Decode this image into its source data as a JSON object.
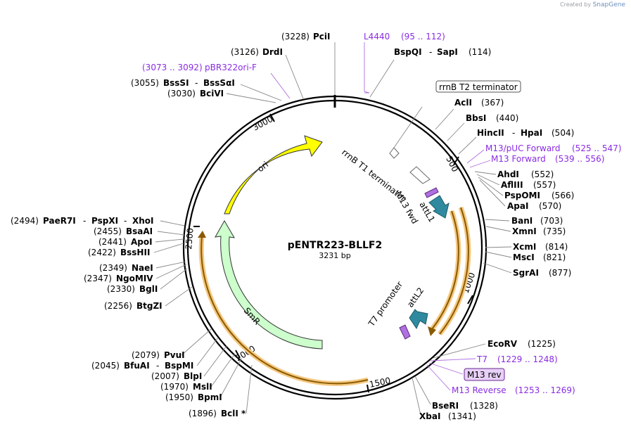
{
  "credit": {
    "prefix": "Created by",
    "brand": "SnapGene"
  },
  "plasmid": {
    "name": "pENTR223-BLLF2",
    "size_label": "3231 bp"
  },
  "ticks": [
    "500",
    "1000",
    "1500",
    "2000",
    "2500",
    "3000"
  ],
  "features": {
    "ori": "ori",
    "smr": "SmR",
    "rrnb_t1": "rrnB T1 terminator",
    "rrnb_t2": "rrnB T2 terminator",
    "m13fwd": "M13 fwd",
    "attl1": "attL1",
    "attl2": "attL2",
    "t7prom": "T7 promoter",
    "m13rev_box": "M13 rev"
  },
  "sites": {
    "pcii": {
      "pos": "(3228)",
      "name": "PciI"
    },
    "drdi": {
      "pos": "(3126)",
      "name": "DrdI"
    },
    "pbr": {
      "range": "(3073 .. 3092)",
      "name": "pBR322ori-F"
    },
    "bsssi": {
      "pos": "(3055)",
      "name": "BssSI",
      "name2": "BssSαI"
    },
    "bcivi": {
      "pos": "(3030)",
      "name": "BciVI"
    },
    "l4440": {
      "name": "L4440",
      "range": "(95 .. 112)"
    },
    "bspqi": {
      "name": "BspQI",
      "name2": "SapI",
      "pos": "(114)"
    },
    "acli": {
      "name": "AclI",
      "pos": "(367)"
    },
    "bbsi": {
      "name": "BbsI",
      "pos": "(440)"
    },
    "hincii": {
      "name": "HincII",
      "name2": "HpaI",
      "pos": "(504)"
    },
    "m13puc": {
      "name": "M13/pUC Forward",
      "range": "(525 .. 547)"
    },
    "m13f": {
      "name": "M13 Forward",
      "range": "(539 .. 556)"
    },
    "ahdi": {
      "name": "AhdI",
      "pos": "(552)"
    },
    "aflii": {
      "name": "AflIII",
      "pos": "(557)"
    },
    "pspomi": {
      "name": "PspOMI",
      "pos": "(566)"
    },
    "apai": {
      "name": "ApaI",
      "pos": "(570)"
    },
    "bani": {
      "name": "BanI",
      "pos": "(703)"
    },
    "xmni": {
      "name": "XmnI",
      "pos": "(735)"
    },
    "xcmi": {
      "name": "XcmI",
      "pos": "(814)"
    },
    "msci": {
      "name": "MscI",
      "pos": "(821)"
    },
    "sgrai": {
      "name": "SgrAI",
      "pos": "(877)"
    },
    "ecorv": {
      "name": "EcoRV",
      "pos": "(1225)"
    },
    "t7": {
      "name": "T7",
      "range": "(1229 .. 1248)"
    },
    "m13rev": {
      "name": "M13 Reverse",
      "range": "(1253 .. 1269)"
    },
    "bseri": {
      "name": "BseRI",
      "pos": "(1328)"
    },
    "xbai": {
      "name": "XbaI",
      "pos": "(1341)"
    },
    "paer7i": {
      "pos": "(2494)",
      "name": "PaeR7I",
      "name2": "PspXI",
      "name3": "XhoI"
    },
    "bsaai": {
      "pos": "(2455)",
      "name": "BsaAI"
    },
    "apoi": {
      "pos": "(2441)",
      "name": "ApoI"
    },
    "bsshii": {
      "pos": "(2422)",
      "name": "BssHII"
    },
    "naei": {
      "pos": "(2349)",
      "name": "NaeI"
    },
    "ngomiv": {
      "pos": "(2347)",
      "name": "NgoMIV"
    },
    "bgli": {
      "pos": "(2330)",
      "name": "BglI"
    },
    "btgzi": {
      "pos": "(2256)",
      "name": "BtgZI"
    },
    "pvui": {
      "pos": "(2079)",
      "name": "PvuI"
    },
    "bfuai": {
      "pos": "(2045)",
      "name": "BfuAI",
      "name2": "BspMI"
    },
    "blpi": {
      "pos": "(2007)",
      "name": "BlpI"
    },
    "msli": {
      "pos": "(1970)",
      "name": "MslI"
    },
    "bpmi": {
      "pos": "(1950)",
      "name": "BpmI"
    },
    "bcli": {
      "pos": "(1896)",
      "name": "BclI",
      "mark": "*"
    }
  },
  "colors": {
    "ori": "#ffff00",
    "smr": "#ccffcc",
    "attl": "#2f8aa0",
    "primer": "#b070e0",
    "highlight": "#f5c880",
    "label_feature": "#8a2be2"
  }
}
